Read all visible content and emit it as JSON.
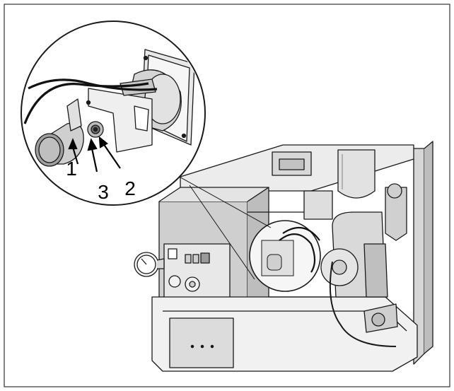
{
  "figure": {
    "callouts": [
      {
        "label": "1"
      },
      {
        "label": "2"
      },
      {
        "label": "3"
      }
    ]
  }
}
